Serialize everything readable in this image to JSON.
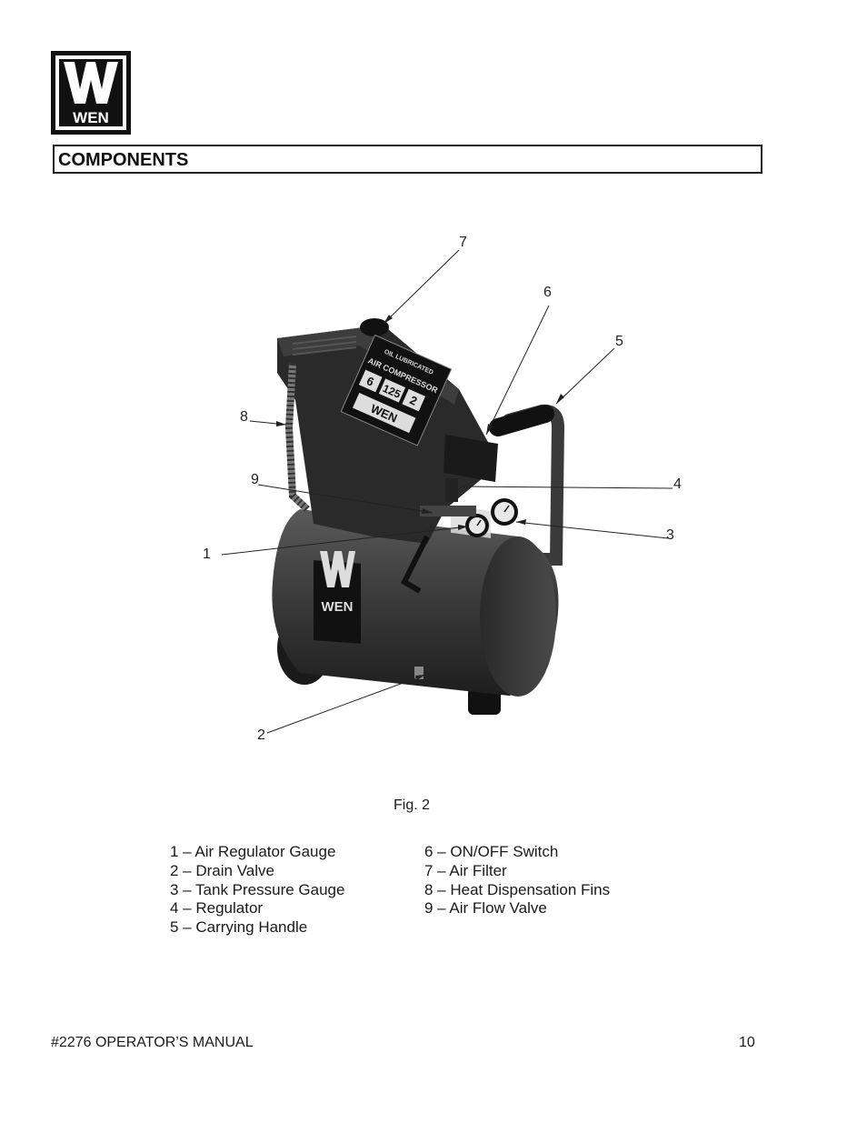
{
  "brand": {
    "logo_text": "WEN"
  },
  "section": {
    "title": "COMPONENTS"
  },
  "figure": {
    "callouts": [
      "1",
      "2",
      "3",
      "4",
      "5",
      "6",
      "7",
      "8",
      "9"
    ],
    "nameplate": {
      "line1": "OIL LUBRICATED",
      "line2": "AIR COMPRESSOR",
      "spec1": "6",
      "spec2": "125",
      "spec3": "2",
      "brand": "WEN"
    },
    "tank_logo": "WEN",
    "caption": "Fig. 2"
  },
  "legend": {
    "left": [
      "1 – Air Regulator Gauge",
      "2 – Drain Valve",
      "3 – Tank Pressure Gauge",
      "4 – Regulator",
      "5 – Carrying Handle"
    ],
    "right": [
      "6 – ON/OFF Switch",
      "7 – Air Filter",
      "8 – Heat Dispensation Fins",
      "9 – Air Flow Valve"
    ]
  },
  "footer": {
    "manual": "#2276 OPERATOR’S MANUAL",
    "page": "10"
  },
  "colors": {
    "ink": "#1a1a1a",
    "body_dark": "#2a2a2a",
    "tank": "#3a3a3a"
  }
}
